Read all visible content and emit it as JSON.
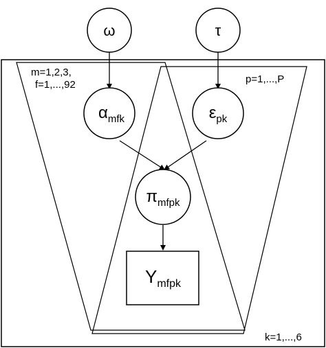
{
  "nodes": {
    "omega": {
      "symbol": "ω"
    },
    "tau": {
      "symbol": "τ"
    },
    "alpha": {
      "symbol": "α",
      "subscript": "mfk"
    },
    "epsilon": {
      "symbol": "ε",
      "subscript": "pk"
    },
    "pi": {
      "symbol": "π",
      "subscript": "mfpk"
    },
    "y": {
      "symbol": "Y",
      "subscript": "mfpk"
    }
  },
  "plates": {
    "outer": {
      "label": "k=1,...,6"
    },
    "mf": {
      "label_line1": "m=1,2,3,",
      "label_line2": "f=1,...,92"
    },
    "p": {
      "label": "p=1,...,P"
    }
  }
}
